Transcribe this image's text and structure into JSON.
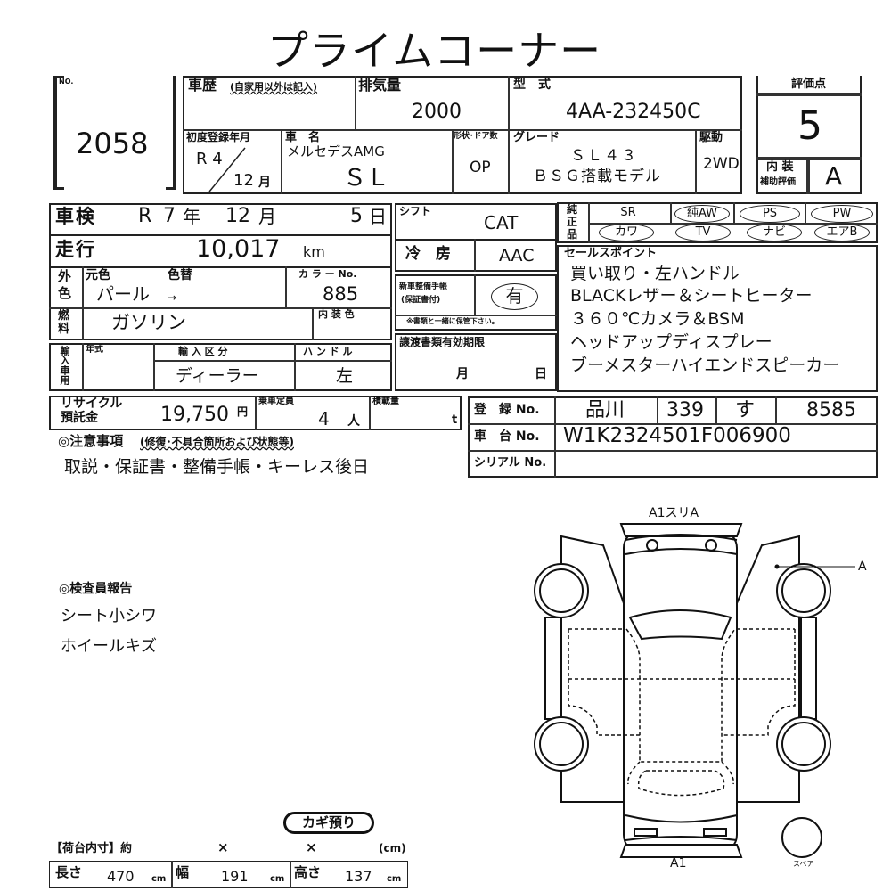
{
  "title": "プライムコーナー",
  "lot": {
    "label": "NO.",
    "number": "2058"
  },
  "history": {
    "label": "車歴",
    "note": "(自家用以外は記入)",
    "value": ""
  },
  "displacement": {
    "label": "排気量",
    "value": "2000"
  },
  "model_code": {
    "label": "型　式",
    "value": "4AA-232450C"
  },
  "first_reg": {
    "label": "初度登録年月",
    "year": "R 4",
    "month": "12",
    "month_unit": "月"
  },
  "car_name": {
    "label": "車　名",
    "maker": "メルセデスAMG",
    "model": "ＳＬ"
  },
  "body": {
    "label": "形状･ドア数",
    "value": "OP"
  },
  "grade": {
    "label": "グレード",
    "line1": "ＳＬ４３",
    "line2": "ＢＳＧ搭載モデル"
  },
  "drive": {
    "label": "駆動",
    "value": "2WD"
  },
  "score": {
    "label": "評価点",
    "value": "5",
    "interior_label1": "内 装",
    "interior_label2": "補助評価",
    "interior_value": "A"
  },
  "inspection": {
    "label": "車検",
    "era": "R",
    "year": "7",
    "year_u": "年",
    "month": "12",
    "month_u": "月",
    "day": "5",
    "day_u": "日"
  },
  "mileage": {
    "label": "走行",
    "value": "10,017",
    "unit": "km"
  },
  "exterior": {
    "label1": "外",
    "label2": "色",
    "orig_label": "元色",
    "orig": "パール",
    "change_label": "色替",
    "change": "→",
    "color_no_label": "カ ラ ー No.",
    "color_no": "885"
  },
  "fuel": {
    "label1": "燃",
    "label2": "料",
    "value": "ガソリン",
    "interior_color_label": "内 装 色"
  },
  "import": {
    "label": "輸入車用",
    "year_label": "年式",
    "type_label": "輸 入 区 分",
    "type": "ディーラー",
    "handle_label": "ハ ン ド ル",
    "handle": "左"
  },
  "shift": {
    "label": "シフト",
    "value": "CAT"
  },
  "ac": {
    "label": "冷　房",
    "value": "AAC"
  },
  "manual": {
    "label1": "新車整備手帳",
    "label2": "(保証書付)",
    "value": "有",
    "note": "※書類と一緒に保管下さい。"
  },
  "transfer": {
    "label": "譲渡書類有効期限",
    "month": "月",
    "day": "日"
  },
  "options": {
    "label1": "純",
    "label2": "正",
    "label3": "品",
    "items": [
      {
        "name": "SR",
        "circled": false
      },
      {
        "name": "純AW",
        "circled": true
      },
      {
        "name": "PS",
        "circled": true
      },
      {
        "name": "PW",
        "circled": true
      },
      {
        "name": "カワ",
        "circled": true
      },
      {
        "name": "TV",
        "circled": true
      },
      {
        "name": "ナビ",
        "circled": true
      },
      {
        "name": "エアB",
        "circled": true
      }
    ]
  },
  "sales_points": {
    "label": "セールスポイント",
    "lines": [
      "買い取り・左ハンドル",
      "BLACKレザー＆シートヒーター",
      "３６０℃カメラ＆BSM",
      "ヘッドアップディスプレー",
      "ブーメスターハイエンドスピーカー"
    ]
  },
  "recycle": {
    "label1": "リサイクル",
    "label2": "預託金",
    "value": "19,750",
    "unit": "円",
    "capacity_label": "乗車定員",
    "capacity": "4",
    "capacity_unit": "人",
    "load_label": "積載量",
    "load_unit": "t"
  },
  "notes": {
    "label": "◎注意事項",
    "sub": "(修復･不具合箇所および状態等)",
    "text": "取説・保証書・整備手帳・キーレス後日"
  },
  "registration": {
    "label": "登　録 No.",
    "area": "品川",
    "class": "339",
    "kana": "す",
    "number": "8585",
    "chassis_label": "車　台 No.",
    "chassis": "W1K2324501F006900",
    "serial_label": "シリアル No.",
    "serial": ""
  },
  "inspector": {
    "label": "◎検査員報告",
    "lines": [
      "シート小シワ",
      "ホイールキズ"
    ]
  },
  "diagram": {
    "rear": "A1スリA",
    "front": "A1",
    "right_door": "A",
    "spare": "スペア"
  },
  "key_badge": "カギ預り",
  "cargo": {
    "label": "【荷台内寸】約",
    "x1": "×",
    "x2": "×",
    "unit": "(cm)",
    "length_label": "長さ",
    "length": "470",
    "width_label": "幅",
    "width": "191",
    "height_label": "高さ",
    "height": "137",
    "cm": "cm"
  }
}
